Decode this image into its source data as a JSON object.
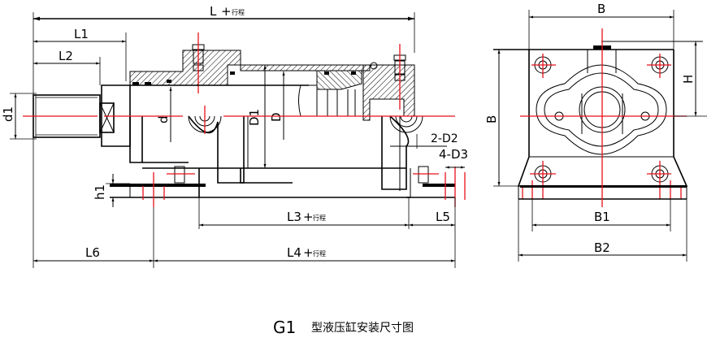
{
  "drawing": {
    "title": {
      "model": "G1",
      "description": "型液压缸安装尺寸图"
    },
    "side_view": {
      "dimensions": {
        "L": {
          "label": "L",
          "suffix": "+",
          "stroke": "行程"
        },
        "L1": "L1",
        "L2": "L2",
        "L3": {
          "label": "L3",
          "suffix": "+",
          "stroke": "行程"
        },
        "L4": {
          "label": "L4",
          "suffix": "+",
          "stroke": "行程"
        },
        "L5": "L5",
        "L6": "L6",
        "d1": "d1",
        "d": "d",
        "D1": "D1",
        "D": "D",
        "h1": "h1",
        "D2": "2-D2",
        "D3": "4-D3"
      }
    },
    "end_view": {
      "dimensions": {
        "B_top": "B",
        "B_side": "B",
        "H": "H",
        "B1": "B1",
        "B2": "B2"
      }
    },
    "colors": {
      "line": "#000000",
      "centerline": "#e8101a",
      "background": "#ffffff"
    }
  }
}
